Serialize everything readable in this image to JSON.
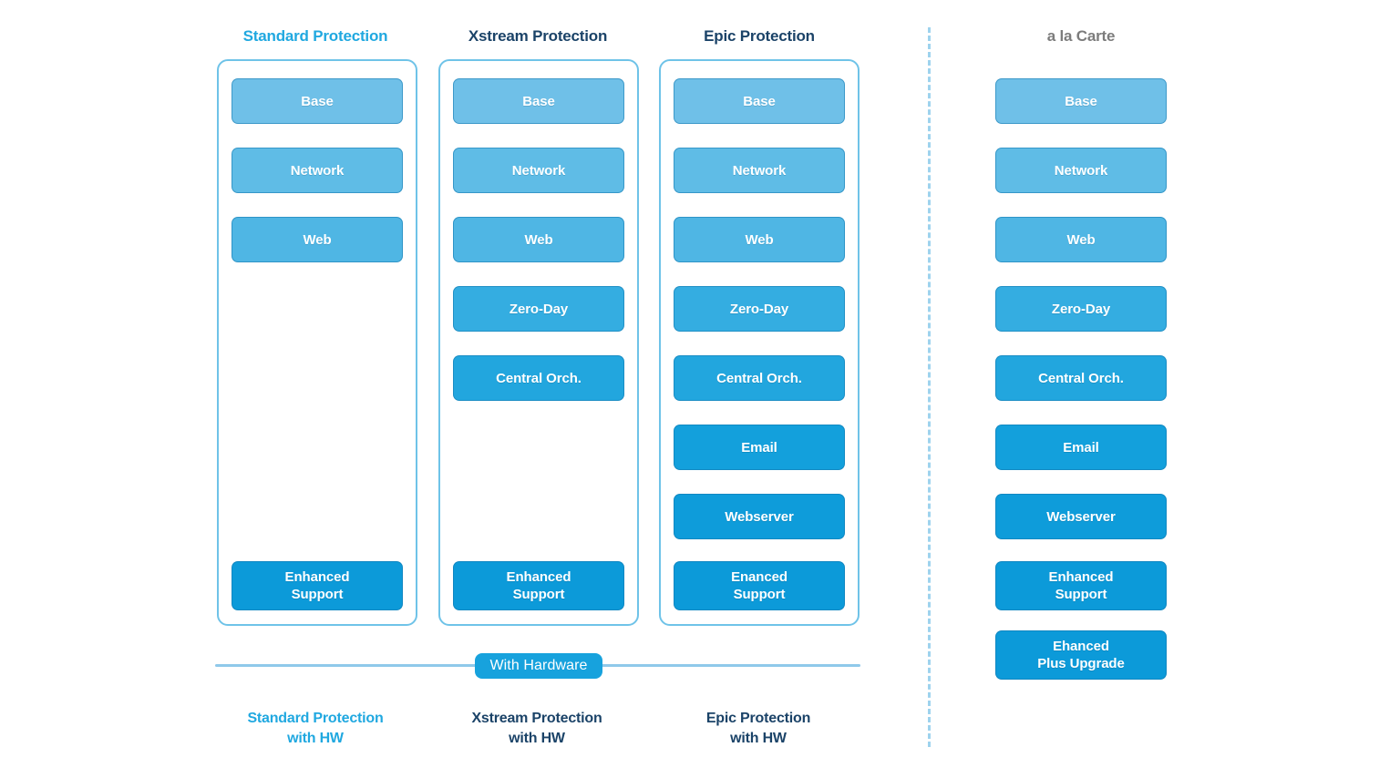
{
  "diagram": {
    "title_bar": {
      "hardware_badge": "With Hardware"
    },
    "columns": [
      {
        "id": "standard",
        "header": "Standard Protection",
        "header_style": "accent",
        "has_container": true,
        "items": [
          {
            "label": "Base",
            "tier": "t1"
          },
          {
            "label": "Network",
            "tier": "t2"
          },
          {
            "label": "Web",
            "tier": "t3"
          },
          {
            "label": "Enhanced\nSupport",
            "tier": "t8"
          }
        ],
        "footer": "Standard Protection\nwith HW",
        "footer_style": "accent"
      },
      {
        "id": "xstream",
        "header": "Xstream Protection",
        "header_style": "navy",
        "has_container": true,
        "items": [
          {
            "label": "Base",
            "tier": "t1"
          },
          {
            "label": "Network",
            "tier": "t2"
          },
          {
            "label": "Web",
            "tier": "t3"
          },
          {
            "label": "Zero-Day",
            "tier": "t4"
          },
          {
            "label": "Central Orch.",
            "tier": "t5"
          },
          {
            "label": "Enhanced\nSupport",
            "tier": "t8"
          }
        ],
        "footer": "Xstream Protection\nwith HW",
        "footer_style": "navy"
      },
      {
        "id": "epic",
        "header": "Epic Protection",
        "header_style": "navy",
        "has_container": true,
        "items": [
          {
            "label": "Base",
            "tier": "t1"
          },
          {
            "label": "Network",
            "tier": "t2"
          },
          {
            "label": "Web",
            "tier": "t3"
          },
          {
            "label": "Zero-Day",
            "tier": "t4"
          },
          {
            "label": "Central Orch.",
            "tier": "t5"
          },
          {
            "label": "Email",
            "tier": "t6"
          },
          {
            "label": "Webserver",
            "tier": "t7"
          },
          {
            "label": "Enanced\nSupport",
            "tier": "t8"
          }
        ],
        "footer": "Epic Protection\nwith HW",
        "footer_style": "navy"
      },
      {
        "id": "a-la-carte",
        "header": "a la Carte",
        "header_style": "grey",
        "has_container": false,
        "items": [
          {
            "label": "Base",
            "tier": "t1"
          },
          {
            "label": "Network",
            "tier": "t2"
          },
          {
            "label": "Web",
            "tier": "t3"
          },
          {
            "label": "Zero-Day",
            "tier": "t4"
          },
          {
            "label": "Central Orch.",
            "tier": "t5"
          },
          {
            "label": "Email",
            "tier": "t6"
          },
          {
            "label": "Webserver",
            "tier": "t7"
          },
          {
            "label": "Enhanced\nSupport",
            "tier": "t8"
          },
          {
            "label": "Ehanced\nPlus Upgrade",
            "tier": "t8"
          }
        ],
        "footer": "",
        "footer_style": "grey"
      }
    ],
    "colors": {
      "accent": "#20A8E0",
      "navy": "#1B4368",
      "grey": "#7C7C7C",
      "container_border": "#6FC3E8",
      "divider": "#9ED3EE",
      "rule": "#8FC9EA",
      "pill": "#17A2DD",
      "tier_t1": "#6FC0E8",
      "tier_t2": "#5FBCE6",
      "tier_t3": "#4FB6E4",
      "tier_t4": "#34ADE1",
      "tier_t5": "#22A6DE",
      "tier_t6": "#13A0DC",
      "tier_t7": "#0E9CDA",
      "tier_t8": "#0C9AD9"
    }
  }
}
